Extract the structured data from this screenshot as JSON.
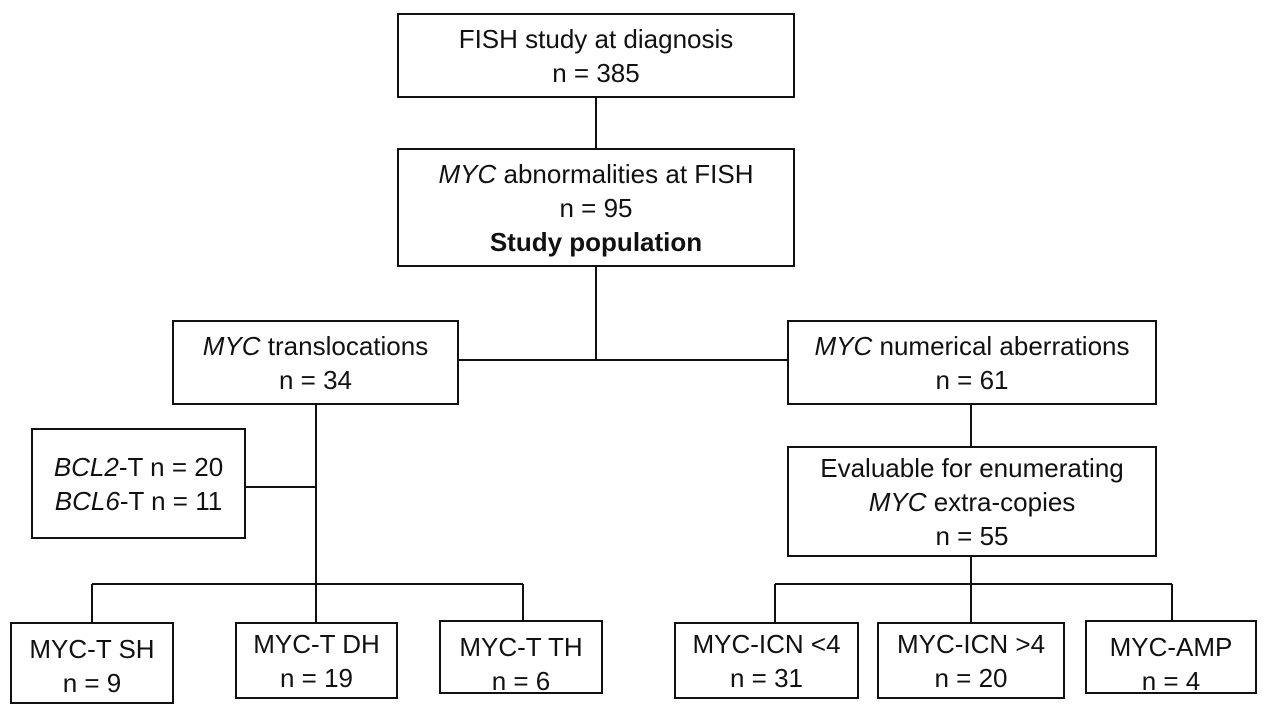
{
  "diagram": {
    "root": {
      "line1": "FISH study at diagnosis",
      "line2": "n = 385"
    },
    "study": {
      "line1_italic": "MYC",
      "line1_rest": " abnormalities at FISH",
      "line2": "n = 95",
      "line3": "Study population"
    },
    "translocations": {
      "line1_italic": "MYC",
      "line1_rest": " translocations",
      "line2": "n = 34"
    },
    "numerical": {
      "line1_italic": "MYC",
      "line1_rest": " numerical aberrations",
      "line2": "n = 61"
    },
    "partners": {
      "bcl2_italic": "BCL2",
      "bcl2_rest": "-T n = 20",
      "bcl6_italic": "BCL6",
      "bcl6_rest": "-T n = 11"
    },
    "evaluable": {
      "line1": "Evaluable for enumerating",
      "line2_italic": "MYC",
      "line2_rest": " extra-copies",
      "line3": "n = 55"
    },
    "leaves": {
      "sh": {
        "label": "MYC-T SH",
        "n": "n = 9"
      },
      "dh": {
        "label": "MYC-T DH",
        "n": "n = 19"
      },
      "th": {
        "label": "MYC-T TH",
        "n": "n = 6"
      },
      "icn_lt4": {
        "label": "MYC-ICN <4",
        "n": "n = 31"
      },
      "icn_gt4": {
        "label": "MYC-ICN >4",
        "n": "n = 20"
      },
      "amp": {
        "label": "MYC-AMP",
        "n": "n = 4"
      }
    }
  }
}
